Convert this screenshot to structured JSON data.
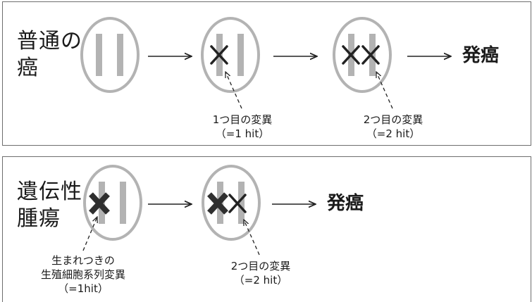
{
  "top_row": {
    "label_line1": "普通の",
    "label_line2": "癌",
    "result": "発癌",
    "note1_line1": "1つ目の変異",
    "note1_line2": "（=1 hit）",
    "note2_line1": "2つ目の変異",
    "note2_line2": "（=2 hit）"
  },
  "bottom_row": {
    "label_line1": "遺伝性",
    "label_line2": "腫瘍",
    "result": "発癌",
    "note1_line1": "生まれつきの",
    "note1_line2": "生殖細胞系列変異",
    "note1_line3": "（=1hit）",
    "note2_line1": "2つ目の変異",
    "note2_line2": "（=2 hit）"
  },
  "colors": {
    "cell_outline": "#b3b3b3",
    "chromosome": "#b3b3b3",
    "mutation_mark": "#222222",
    "germline_mark": "#2f2f2f",
    "arrow": "#222222",
    "panel_border": "#6e6e6e"
  }
}
